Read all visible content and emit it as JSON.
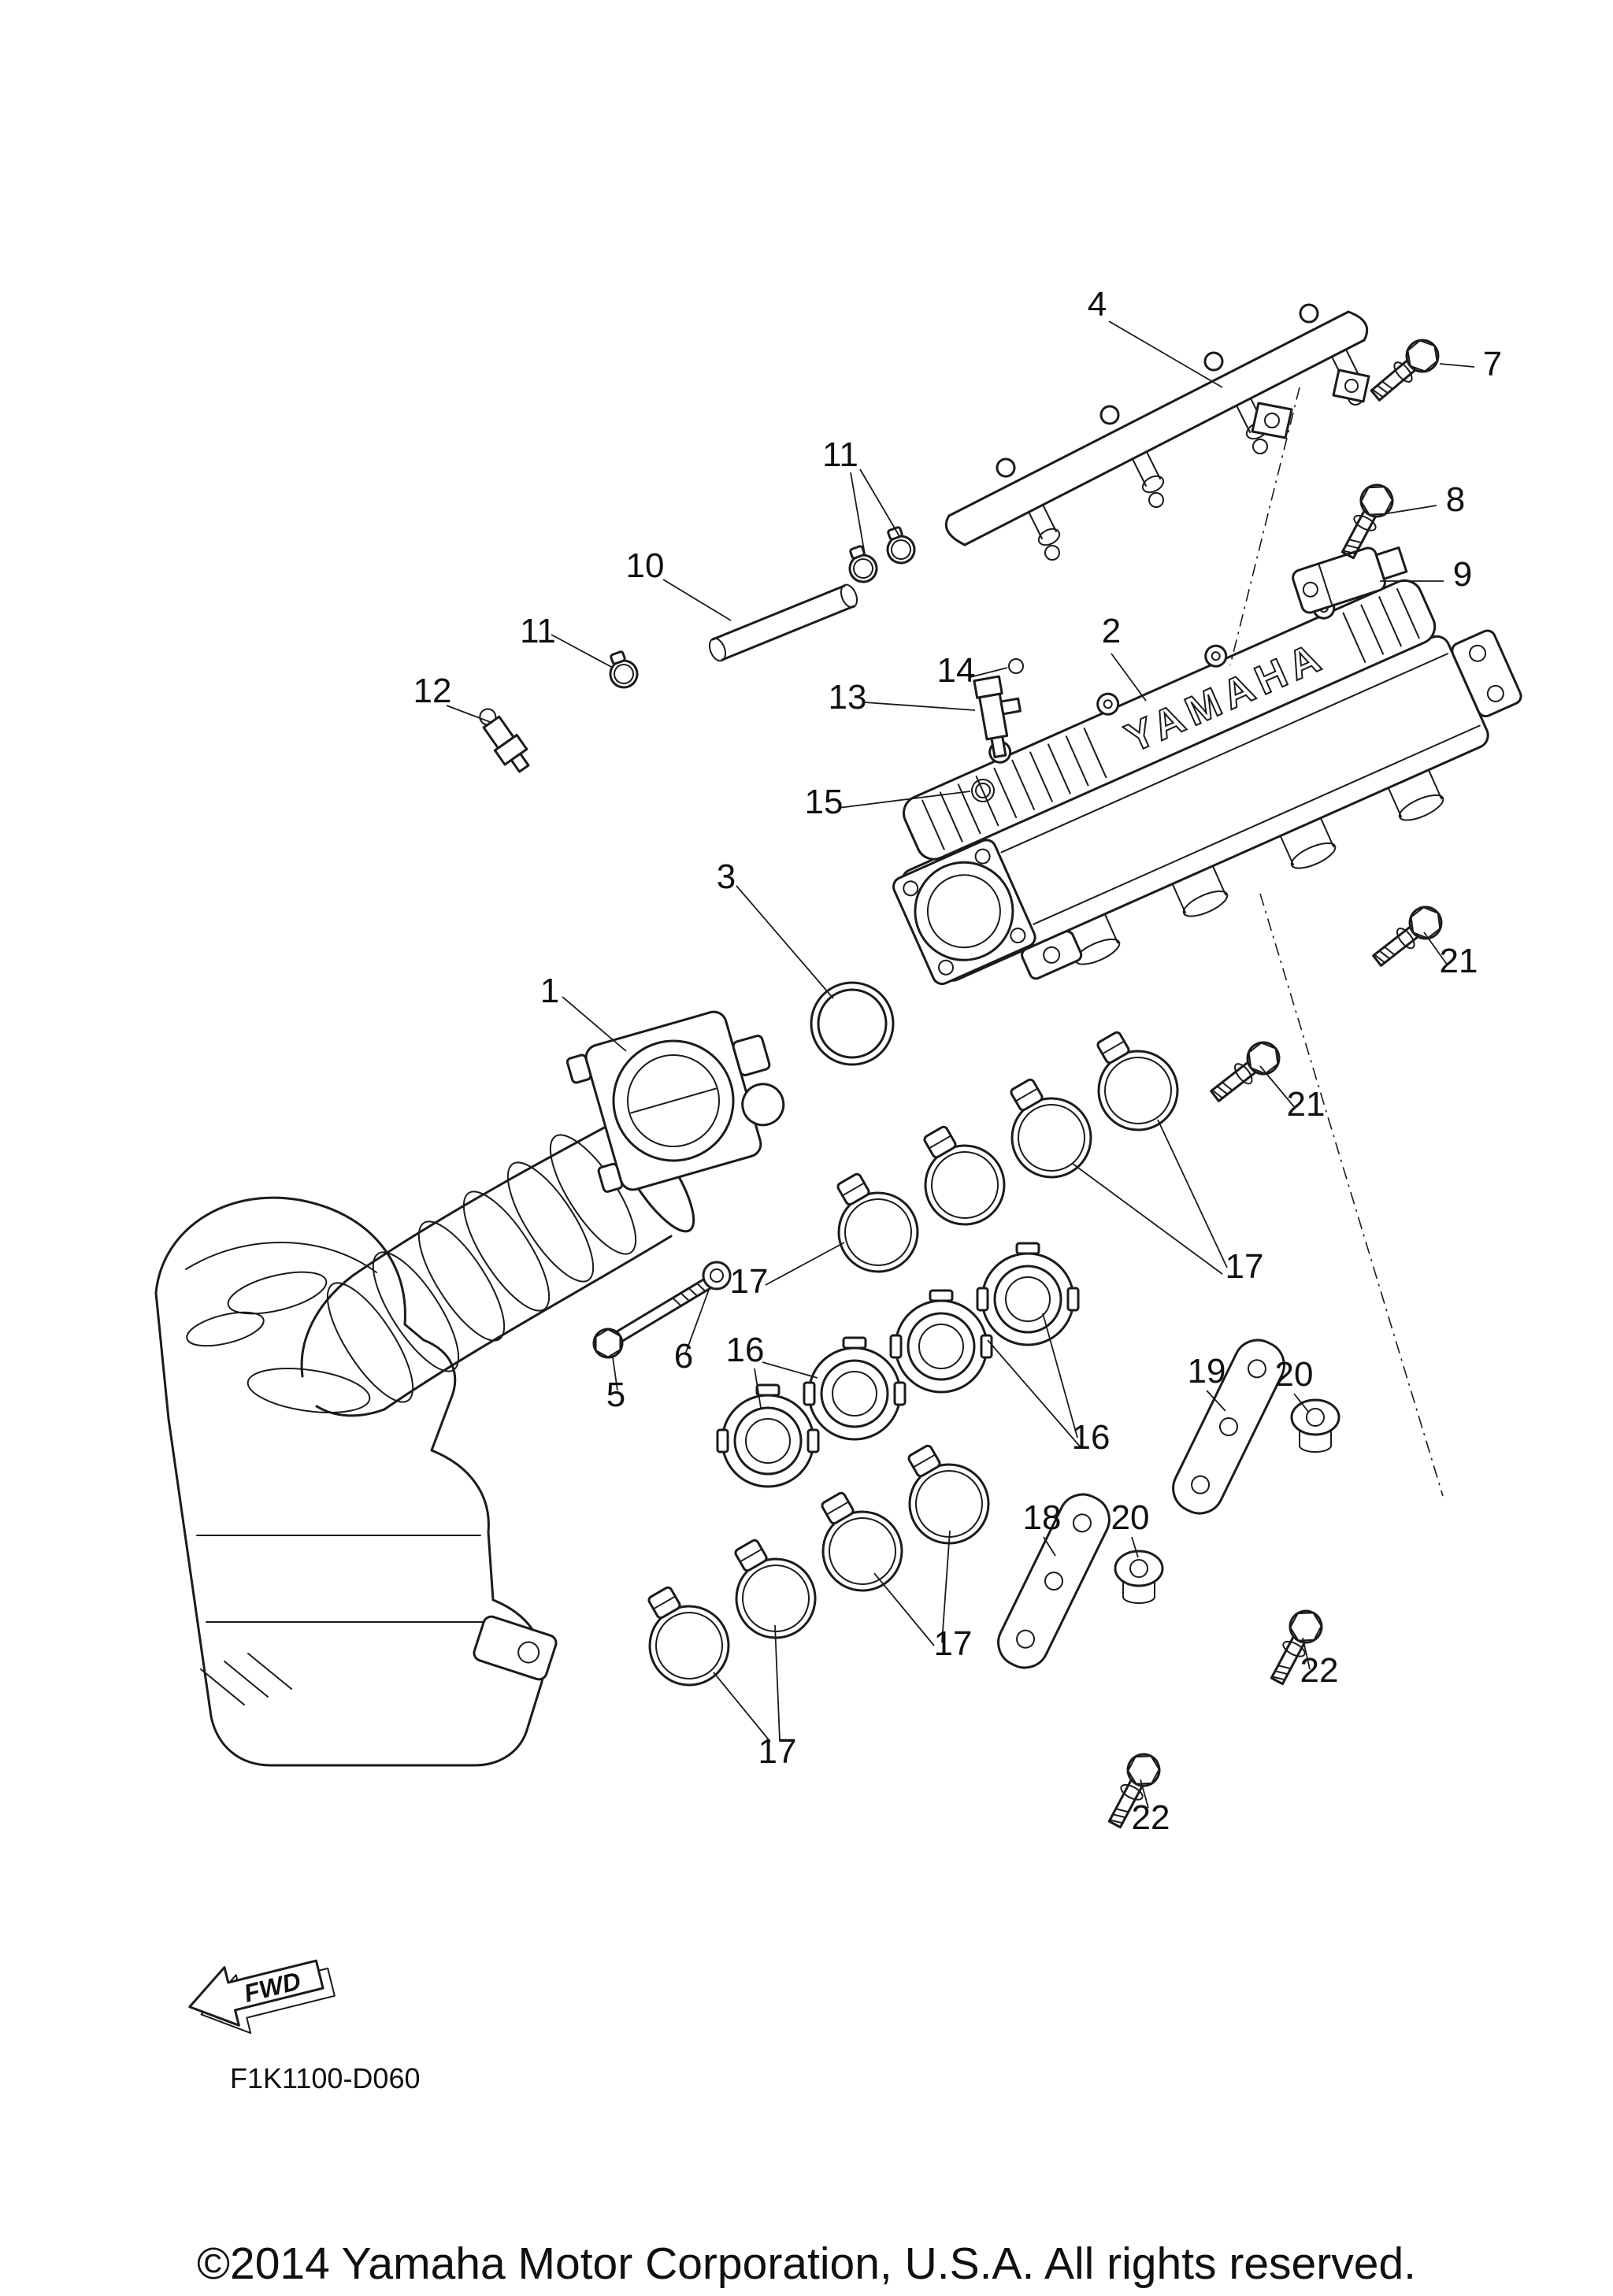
{
  "diagram": {
    "code": "F1K1100-D060",
    "fwd_label": "FWD",
    "brand_text": "YAMAHA",
    "copyright": "©2014 Yamaha Motor Corporation, U.S.A. All rights reserved."
  },
  "colors": {
    "ink": "#1b1b1b",
    "background": "#ffffff"
  },
  "callouts": [
    {
      "text": "4"
    },
    {
      "text": "7"
    },
    {
      "text": "11"
    },
    {
      "text": "8"
    },
    {
      "text": "10"
    },
    {
      "text": "9"
    },
    {
      "text": "11"
    },
    {
      "text": "2"
    },
    {
      "text": "14"
    },
    {
      "text": "13"
    },
    {
      "text": "12"
    },
    {
      "text": "15"
    },
    {
      "text": "3"
    },
    {
      "text": "21"
    },
    {
      "text": "1"
    },
    {
      "text": "21"
    },
    {
      "text": "17"
    },
    {
      "text": "17"
    },
    {
      "text": "16"
    },
    {
      "text": "6"
    },
    {
      "text": "5"
    },
    {
      "text": "16"
    },
    {
      "text": "19"
    },
    {
      "text": "20"
    },
    {
      "text": "18"
    },
    {
      "text": "20"
    },
    {
      "text": "17"
    },
    {
      "text": "22"
    },
    {
      "text": "17"
    },
    {
      "text": "22"
    }
  ]
}
